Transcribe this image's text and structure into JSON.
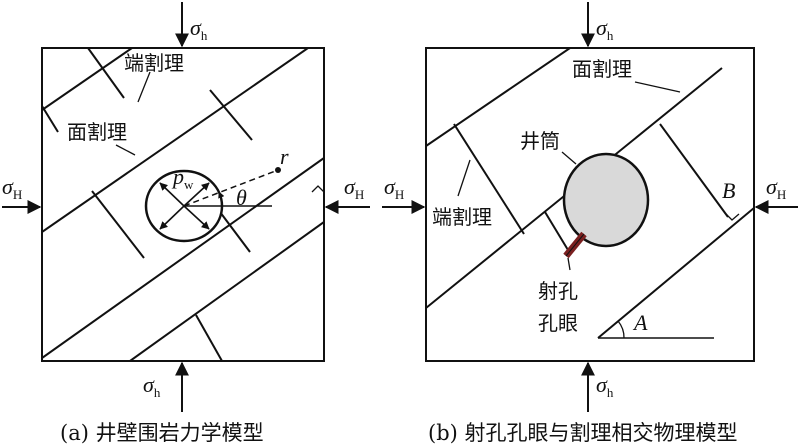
{
  "panel_a": {
    "stress_top": {
      "symbol": "σ",
      "sub": "h"
    },
    "stress_bottom": {
      "symbol": "σ",
      "sub": "h"
    },
    "stress_left": {
      "symbol": "σ",
      "sub": "H"
    },
    "stress_right": {
      "symbol": "σ",
      "sub": "H"
    },
    "label_butt_cleat": "端割理",
    "label_face_cleat": "面割理",
    "label_pw": {
      "symbol": "p",
      "sub": "w"
    },
    "label_r": "r",
    "label_theta": "θ",
    "caption": "(a) 井壁围岩力学模型"
  },
  "panel_b": {
    "stress_top": {
      "symbol": "σ",
      "sub": "h"
    },
    "stress_bottom": {
      "symbol": "σ",
      "sub": "h"
    },
    "stress_left": {
      "symbol": "σ",
      "sub": "H"
    },
    "stress_right": {
      "symbol": "σ",
      "sub": "H"
    },
    "label_face_cleat": "面割理",
    "label_wellbore": "井筒",
    "label_butt_cleat": "端割理",
    "label_perforation_line1": "射孔",
    "label_perforation_line2": "孔眼",
    "label_A": "A",
    "label_B": "B",
    "caption": "(b) 射孔孔眼与割理相交物理模型"
  },
  "colors": {
    "line": "#111111",
    "wellbore_fill": "#d9d9d9",
    "perforation": "#7a2020"
  }
}
